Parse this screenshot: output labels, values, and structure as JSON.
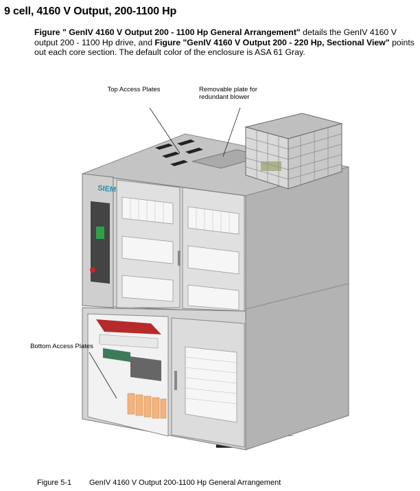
{
  "heading": "9 cell, 4160 V Output, 200-1100 Hp",
  "paragraph": {
    "ref1": "Figure \" GenIV 4160 V Output 200 - 1100 Hp General Arrangement\"",
    "text1": " details the GenIV 4160 V output 200 - 1100 Hp drive, and ",
    "ref2": "Figure \"GenIV 4160 V Output 200 - 220 Hp, Sectional View\"",
    "text2": " points out each core section. The default color of the enclosure is ASA 61 Gray."
  },
  "callouts": {
    "top_access": "Top Access Plates",
    "removable_plate": "Removable plate for redundant blower",
    "bottom_access": "Bottom Access Plates"
  },
  "nameplate_logo": "SIEMENS",
  "caption": {
    "number": "Figure 5-1",
    "title": "GenIV 4160 V Output 200-1100 Hp General Arrangement"
  },
  "colors": {
    "enclosure": "#d8d8d8",
    "enclosure_shadow": "#a9a9a9",
    "top_surface": "#c4c4c4",
    "logo": "#2f8fa8",
    "keypad": "#2da14a",
    "estop": "#c8262a",
    "component_red": "#b52a2a",
    "component_orange": "#f3b37a"
  }
}
